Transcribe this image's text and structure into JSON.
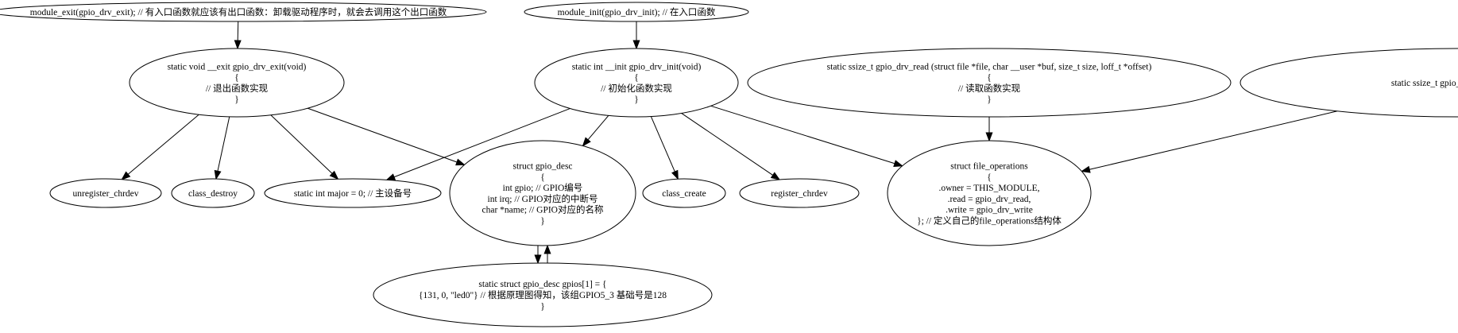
{
  "diagram": {
    "nodes": {
      "module_exit": {
        "lines": [
          "module_exit(gpio_drv_exit);  // 有入口函数就应该有出口函数：卸载驱动程序时，就会去调用这个出口函数"
        ]
      },
      "module_init": {
        "lines": [
          "module_init(gpio_drv_init);  // 在入口函数"
        ]
      },
      "exit_func": {
        "lines": [
          "static void __exit gpio_drv_exit(void)",
          "{",
          "// 退出函数实现",
          "}"
        ]
      },
      "init_func": {
        "lines": [
          "static int __init gpio_drv_init(void)",
          "{",
          "// 初始化函数实现",
          "}"
        ]
      },
      "read_func": {
        "lines": [
          "static ssize_t gpio_drv_read (struct file *file, char __user *buf, size_t size, loff_t *offset)",
          "{",
          "// 读取函数实现",
          "}"
        ]
      },
      "write_func": {
        "lines": [
          "static ssize_t gpio_drv_write(struct f"
        ]
      },
      "unregister_chrdev": {
        "lines": [
          "unregister_chrdev"
        ]
      },
      "class_destroy": {
        "lines": [
          "class_destroy"
        ]
      },
      "major": {
        "lines": [
          "static int major = 0;  // 主设备号"
        ]
      },
      "gpio_desc": {
        "lines": [
          "struct gpio_desc",
          "{",
          "int gpio;    // GPIO编号",
          "int irq;     // GPIO对应的中断号",
          "char *name;  // GPIO对应的名称",
          "}"
        ]
      },
      "class_create": {
        "lines": [
          "class_create"
        ]
      },
      "register_chrdev": {
        "lines": [
          "register_chrdev"
        ]
      },
      "file_operations": {
        "lines": [
          "struct file_operations",
          "{",
          ".owner = THIS_MODULE,",
          ".read = gpio_drv_read,",
          ".write = gpio_drv_write",
          "};  // 定义自己的file_operations结构体"
        ]
      },
      "gpios": {
        "lines": [
          "static struct gpio_desc gpios[1] = {",
          "{131, 0, \"led0\"}  // 根据原理图得知，该组GPIO5_3 基础号是128",
          "}"
        ]
      }
    },
    "edges": [
      {
        "from": "module_exit",
        "to": "exit_func"
      },
      {
        "from": "module_init",
        "to": "init_func"
      },
      {
        "from": "exit_func",
        "to": "unregister_chrdev"
      },
      {
        "from": "exit_func",
        "to": "class_destroy"
      },
      {
        "from": "exit_func",
        "to": "major"
      },
      {
        "from": "exit_func",
        "to": "gpio_desc"
      },
      {
        "from": "init_func",
        "to": "major"
      },
      {
        "from": "init_func",
        "to": "gpio_desc"
      },
      {
        "from": "init_func",
        "to": "class_create"
      },
      {
        "from": "init_func",
        "to": "register_chrdev"
      },
      {
        "from": "init_func",
        "to": "file_operations"
      },
      {
        "from": "read_func",
        "to": "file_operations"
      },
      {
        "from": "write_func",
        "to": "file_operations"
      },
      {
        "from": "gpio_desc",
        "to": "gpios"
      },
      {
        "from": "gpios",
        "to": "gpio_desc"
      }
    ]
  }
}
